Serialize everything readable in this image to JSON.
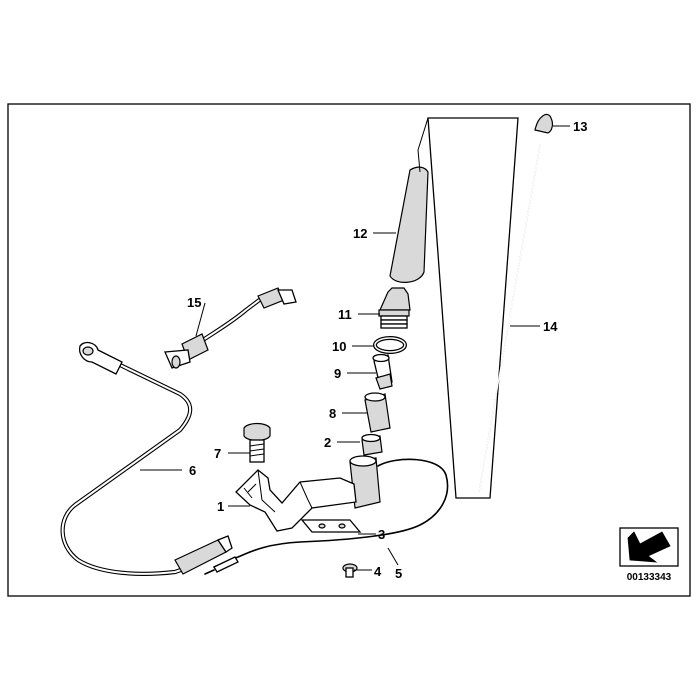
{
  "diagram": {
    "part_numbers": [
      "1",
      "2",
      "3",
      "4",
      "5",
      "6",
      "7",
      "8",
      "9",
      "10",
      "11",
      "12",
      "13",
      "14",
      "15"
    ],
    "drawing_code": "00133343"
  }
}
